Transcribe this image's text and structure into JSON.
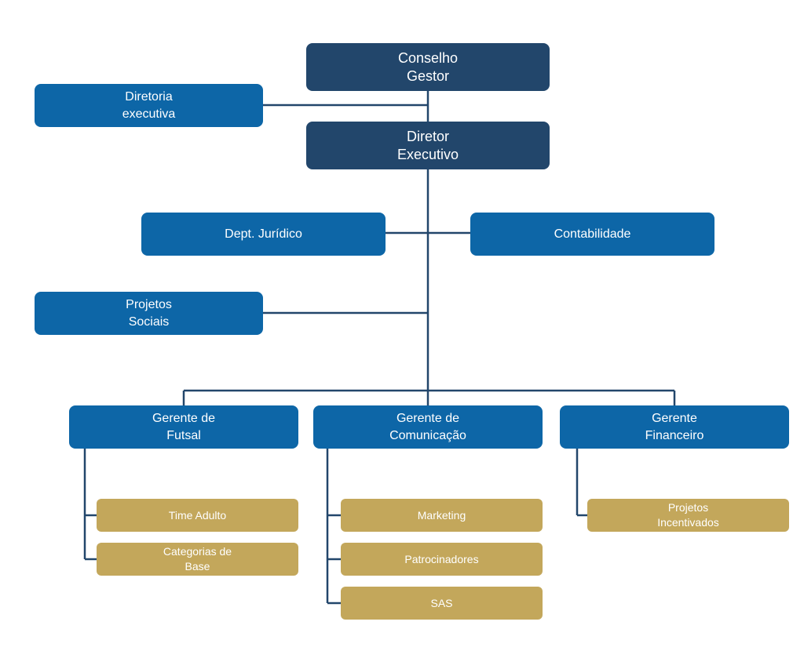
{
  "colors": {
    "top_level": "#22466b",
    "departments": "#0d66a7",
    "teams": "#c3a75b",
    "connectors": "#22466b"
  },
  "nodes": {
    "conselho_gestor": "Conselho\nGestor",
    "diretoria_executiva": "Diretoria\nexecutiva",
    "diretor_executivo": "Diretor\nExecutivo",
    "dept_juridico": "Dept. Jurídico",
    "contabilidade": "Contabilidade",
    "projetos_sociais": "Projetos\nSociais",
    "gerente_futsal": "Gerente de\nFutsal",
    "gerente_comunicacao": "Gerente de\nComunicação",
    "gerente_financeiro": "Gerente\nFinanceiro",
    "time_adulto": "Time Adulto",
    "categorias_base": "Categorias de\nBase",
    "marketing": "Marketing",
    "patrocinadores": "Patrocinadores",
    "sas": "SAS",
    "projetos_incentivados": "Projetos\nIncentivados"
  }
}
